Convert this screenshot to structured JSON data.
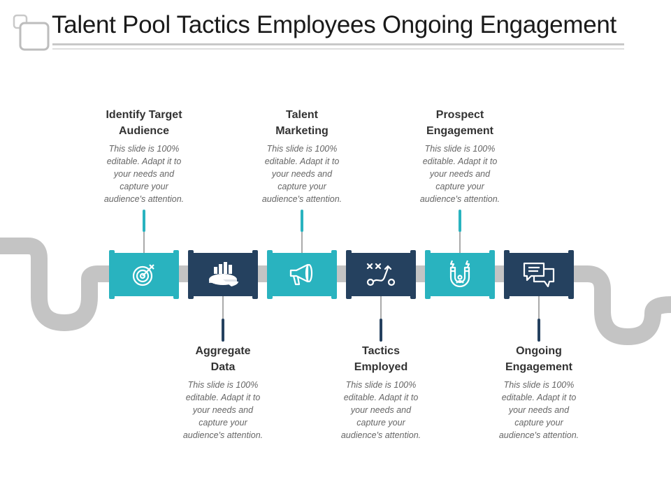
{
  "title": "Talent Pool Tactics Employees Ongoing Engagement",
  "colors": {
    "teal": "#29b3bf",
    "navy": "#25415f",
    "pipe": "#c4c4c4",
    "text": "#333333"
  },
  "steps": [
    {
      "head_line1": "Identify Target",
      "head_line2": "Audience",
      "desc_lines": [
        "This slide is 100%",
        "editable. Adapt it to",
        "your needs and",
        "capture your",
        "audience's attention."
      ],
      "icon": "target-icon"
    },
    {
      "head_line1": "Aggregate",
      "head_line2": "Data",
      "desc_lines": [
        "This slide is 100%",
        "editable. Adapt it to",
        "your needs and",
        "capture your",
        "audience's attention."
      ],
      "icon": "pie-chart-icon"
    },
    {
      "head_line1": "Talent",
      "head_line2": "Marketing",
      "desc_lines": [
        "This slide is 100%",
        "editable. Adapt it to",
        "your needs and",
        "capture your",
        "audience's attention."
      ],
      "icon": "megaphone-icon"
    },
    {
      "head_line1": "Tactics",
      "head_line2": "Employed",
      "desc_lines": [
        "This slide is 100%",
        "editable. Adapt it to",
        "your needs and",
        "capture your",
        "audience's attention."
      ],
      "icon": "strategy-icon"
    },
    {
      "head_line1": "Prospect",
      "head_line2": "Engagement",
      "desc_lines": [
        "This slide is 100%",
        "editable. Adapt it to",
        "your needs and",
        "capture your",
        "audience's attention."
      ],
      "icon": "magnet-icon"
    },
    {
      "head_line1": "Ongoing",
      "head_line2": "Engagement",
      "desc_lines": [
        "This slide is 100%",
        "editable. Adapt it to",
        "your needs and",
        "capture your",
        "audience's attention."
      ],
      "icon": "chat-icon"
    }
  ]
}
